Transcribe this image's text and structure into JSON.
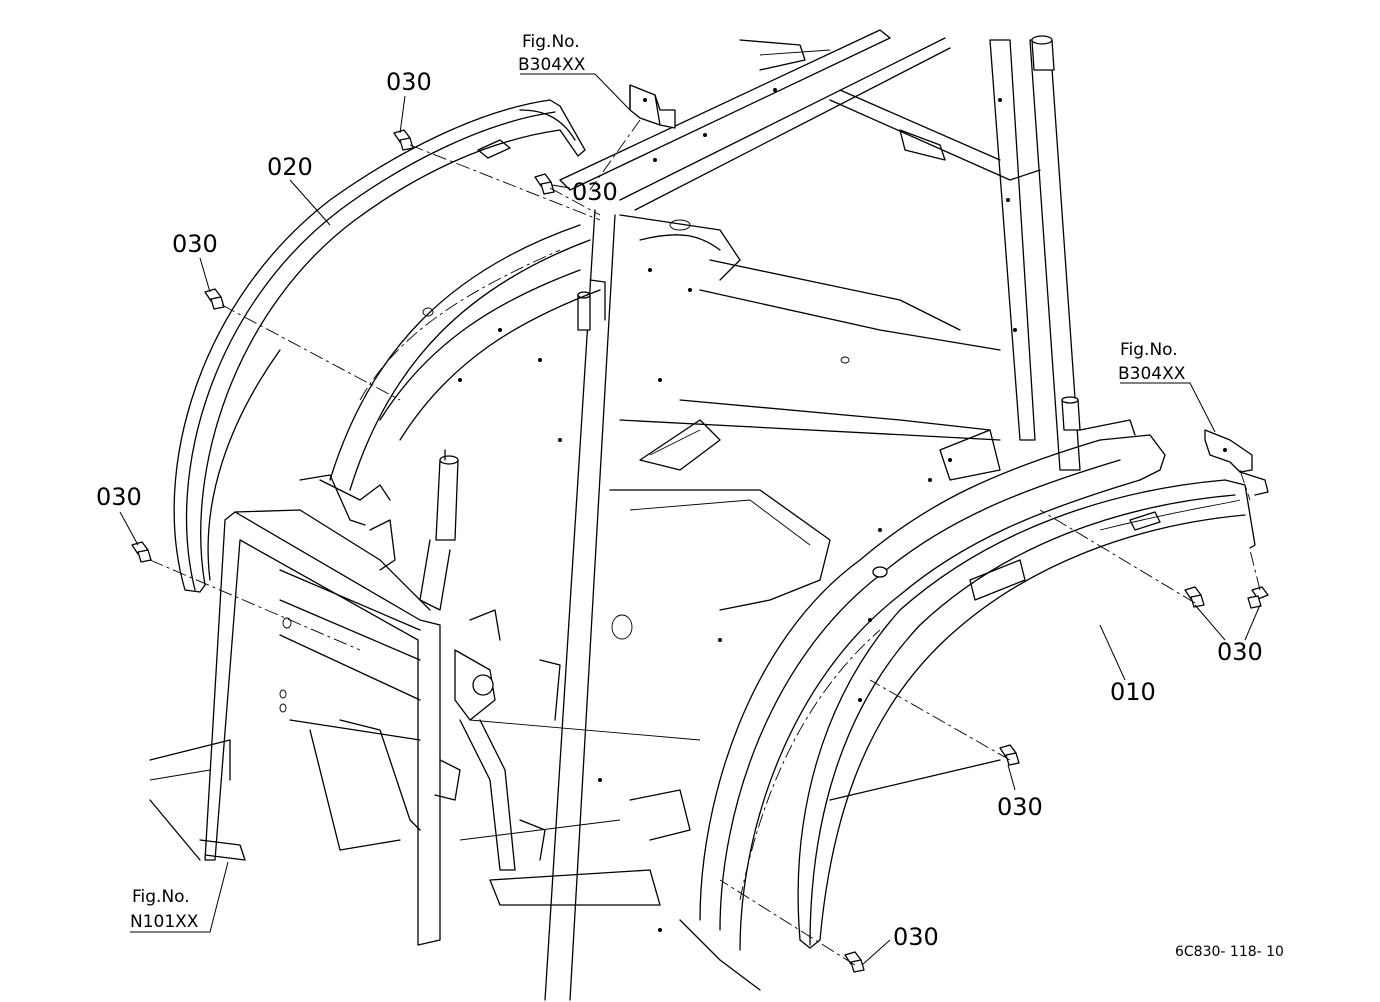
{
  "labels": {
    "part_010": "010",
    "part_020": "020",
    "part_030": "030"
  },
  "figure_refs": {
    "top": {
      "title": "Fig.No.",
      "code": "B304XX"
    },
    "right": {
      "title": "Fig.No.",
      "code": "B304XX"
    },
    "bottom_left": {
      "title": "Fig.No.",
      "code": "N101XX"
    }
  },
  "drawing_code": "6C830- 118- 10"
}
